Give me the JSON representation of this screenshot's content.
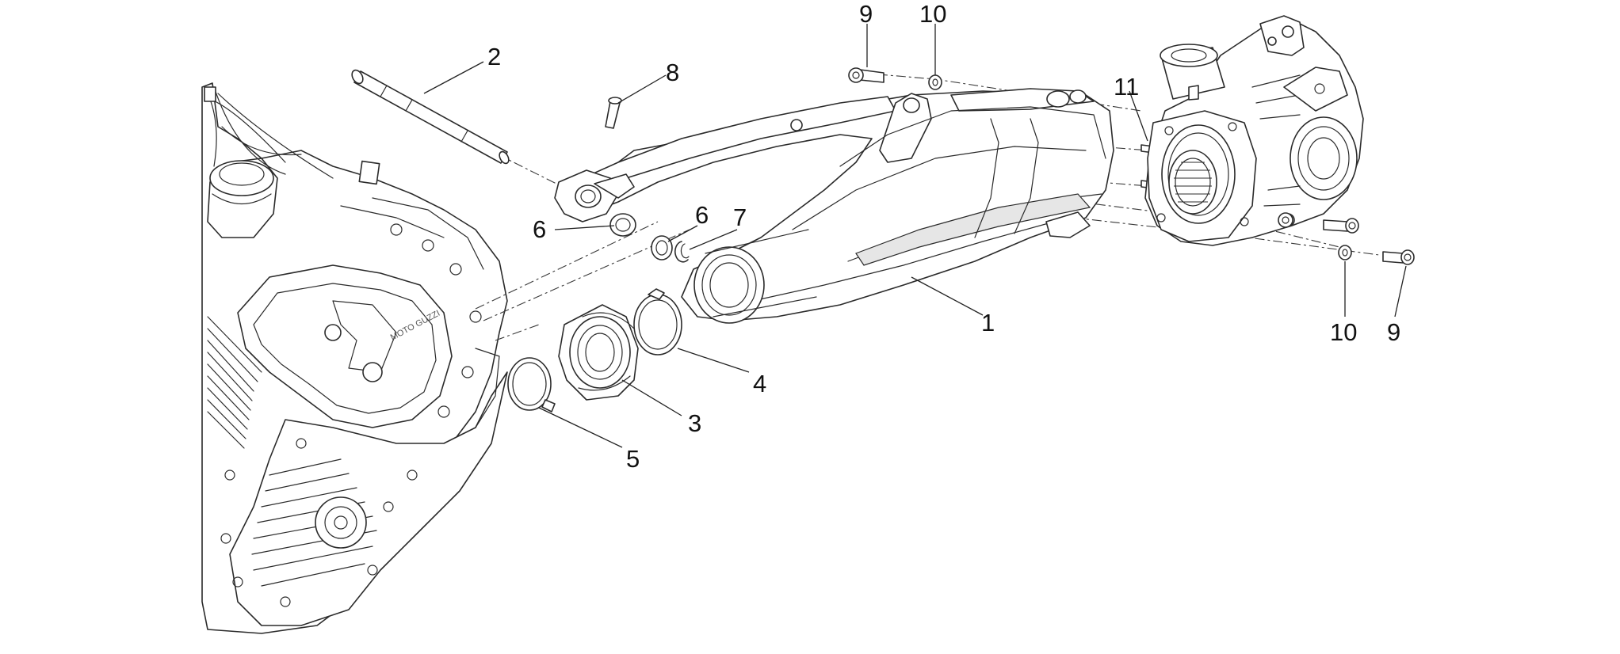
{
  "diagram": {
    "type": "exploded-parts-diagram",
    "callouts": [
      {
        "id": "swingarm",
        "number": "1"
      },
      {
        "id": "pivot-shaft",
        "number": "2"
      },
      {
        "id": "gaiter",
        "number": "3"
      },
      {
        "id": "clamp-large",
        "number": "4"
      },
      {
        "id": "clamp-small",
        "number": "5"
      },
      {
        "id": "bearing-left",
        "number": "6"
      },
      {
        "id": "bearing-right",
        "number": "6"
      },
      {
        "id": "circlip",
        "number": "7"
      },
      {
        "id": "screw-top",
        "number": "8"
      },
      {
        "id": "bolt-top",
        "number": "9"
      },
      {
        "id": "washer-top",
        "number": "10"
      },
      {
        "id": "dowel-pins",
        "number": "11"
      },
      {
        "id": "washer-bottom",
        "number": "10"
      },
      {
        "id": "bolt-bottom",
        "number": "9"
      }
    ],
    "colors": {
      "line": "#2b2b2b",
      "background": "#ffffff",
      "text": "#111111"
    }
  }
}
